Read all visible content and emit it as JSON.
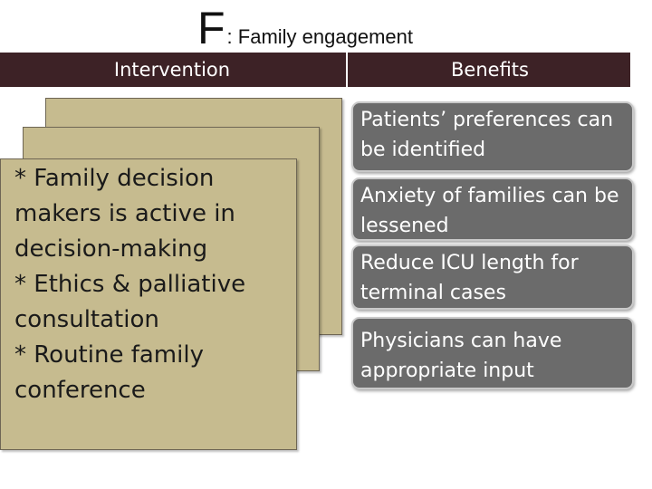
{
  "title": {
    "letter": "F",
    "rest": ": Family engagement"
  },
  "headers": {
    "intervention": "Intervention",
    "benefits": "Benefits"
  },
  "intervention_lines": [
    "* Family decision",
    "makers is active in",
    "decision-making",
    "* Ethics & palliative",
    "consultation",
    "* Routine family",
    "conference"
  ],
  "benefits": [
    "Patients’ preferences can be identified",
    "Anxiety of families can be lessened",
    "Reduce ICU length for terminal cases",
    "Physicians can have appropriate input"
  ],
  "colors": {
    "header_bar": "#3d2226",
    "card": "#c6bb8f",
    "benefit_box": "#6b6b6b"
  }
}
